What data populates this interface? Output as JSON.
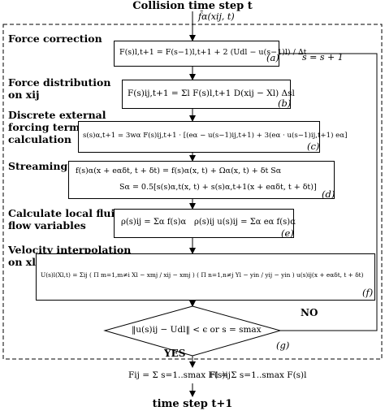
{
  "top": {
    "title": "Collision time step t",
    "input": "f̄α(xij, t)"
  },
  "sections": {
    "force_correction": "Force correction",
    "force_distribution": "Force distribution",
    "force_distribution_on": "on xij",
    "discrete_forcing_1": "Discrete external",
    "discrete_forcing_2": "forcing term",
    "discrete_forcing_3": "calculation",
    "streaming": "Streaming",
    "local_flow_1": "Calculate local fluid",
    "local_flow_2": "flow variables",
    "velocity_interp": "Velocity interpolation",
    "velocity_interp_on": "on xl"
  },
  "equations": {
    "a": "F(s)l,t+1 = F(s−1)l,t+1 + 2 (Udl − u(s−1)l) / Δt",
    "b": "F(s)ij,t+1 = Σl F(s)l,t+1 D(xij − Xl) Δsl",
    "c": "s(s)α,t+1 = 3wα F(s)ij,t+1 · [(eα − u(s−1)ij,t+1) + 3(eα · u(s−1)ij,t+1) eα]",
    "d1": "f(s)α(x + eαδt, t + δt) = f(s)α(x, t) + Ωα(x, t) + δt Sα",
    "d2": "Sα = 0.5[s(s)α,t(x, t) + s(s)α,t+1(x + eαδt, t + δt)]",
    "e1": "ρ(s)ij = Σα f(s)α",
    "e2": "ρ(s)ij u(s)ij = Σα eα f(s)α",
    "f": "U(s)l(Xl,t) = Σij ( Π m=1,m≠i Xl − xmj / xij − xmj ) ( Π n=1,n≠j Yl − yin / yij − yin ) u(s)ij(x + eαδt, t + δt)",
    "g": "‖u(s)ij − Udl‖ < ϵ or s = smax",
    "final1": "Fij = Σ s=1..smax F(s)ij",
    "final2": "Fl = Σ s=1..smax F(s)l"
  },
  "tags": {
    "a": "(a)",
    "b": "(b)",
    "c": "(c)",
    "d": "(d)",
    "e": "(e)",
    "f": "(f)",
    "g": "(g)"
  },
  "loop": {
    "update": "s = s + 1",
    "no": "NO",
    "yes": "YES"
  },
  "bottom": {
    "title": "time step t+1"
  }
}
